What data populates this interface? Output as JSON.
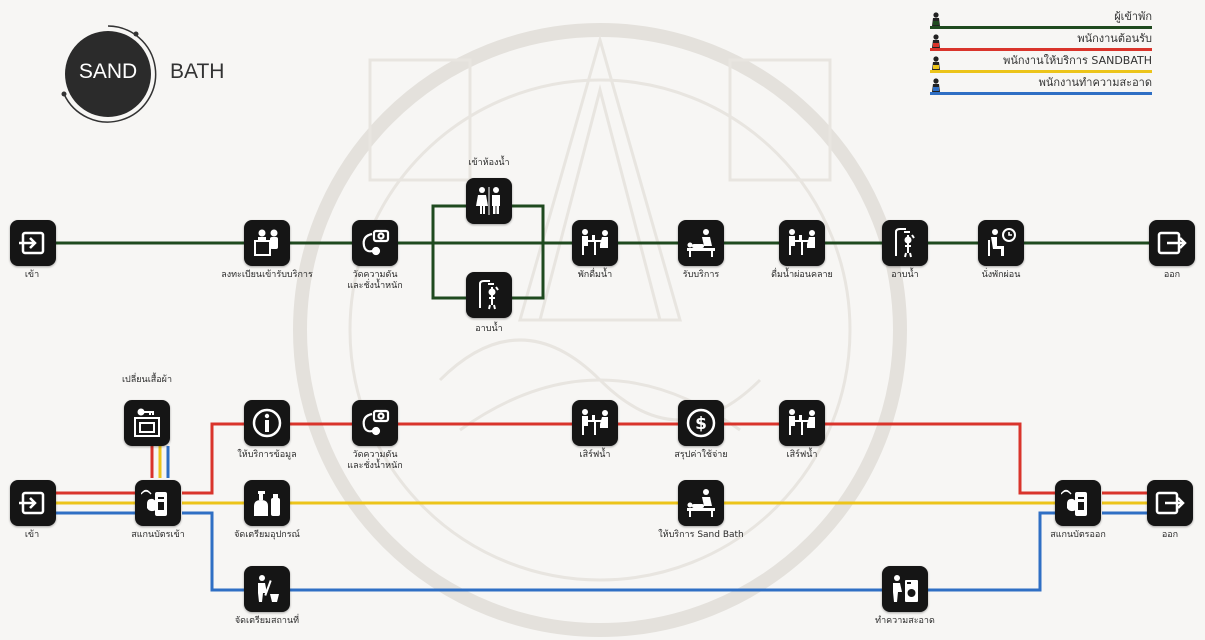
{
  "logo": {
    "left_word": "SAND",
    "right_word": "BATH"
  },
  "legend": [
    {
      "label": "ผู้เข้าพัก",
      "color": "#1f4a1f"
    },
    {
      "label": "พนักงานต้อนรับ",
      "color": "#d9342b"
    },
    {
      "label": "พนักงานให้บริการ SANDBATH",
      "color": "#ecc41a"
    },
    {
      "label": "พนักงานทำความสะอาด",
      "color": "#2f6fc4"
    }
  ],
  "guest_flow": {
    "enter": "เข้า",
    "register": "ลงทะเบียนเข้ารับบริการ",
    "measure": "วัดความดัน\nและชั่งน้ำหนัก",
    "restroom": "เข้าห้องน้ำ",
    "shower": "อาบน้ำ",
    "drink_rest": "พักดื่มน้ำ",
    "service": "รับบริการ",
    "relax_drink": "ดื่มน้ำผ่อนคลาย",
    "shower2": "อาบน้ำ",
    "sit_rest": "นั่งพักผ่อน",
    "exit": "ออก"
  },
  "staff_flow": {
    "enter": "เข้า",
    "change_clothes": "เปลี่ยนเสื้อผ้า",
    "scan_in": "สแกนบัตรเข้า",
    "info": "ให้บริการข้อมูล",
    "measure": "วัดความดัน\nและชั่งน้ำหนัก",
    "serve_water1": "เสิร์ฟน้ำ",
    "billing": "สรุปค่าใช้จ่าย",
    "serve_water2": "เสิร์ฟน้ำ",
    "prepare_equipment": "จัดเตรียมอุปกรณ์",
    "sandbath_service": "ให้บริการ Sand Bath",
    "prepare_place": "จัดเตรียมสถานที่",
    "cleaning": "ทำความสะอาด",
    "scan_out": "สแกนบัตรออก",
    "exit": "ออก"
  },
  "colors": {
    "guest": "#1f4a1f",
    "reception": "#d9342b",
    "sandbath_staff": "#ecc41a",
    "cleaner": "#2f6fc4",
    "node": "#151515"
  }
}
